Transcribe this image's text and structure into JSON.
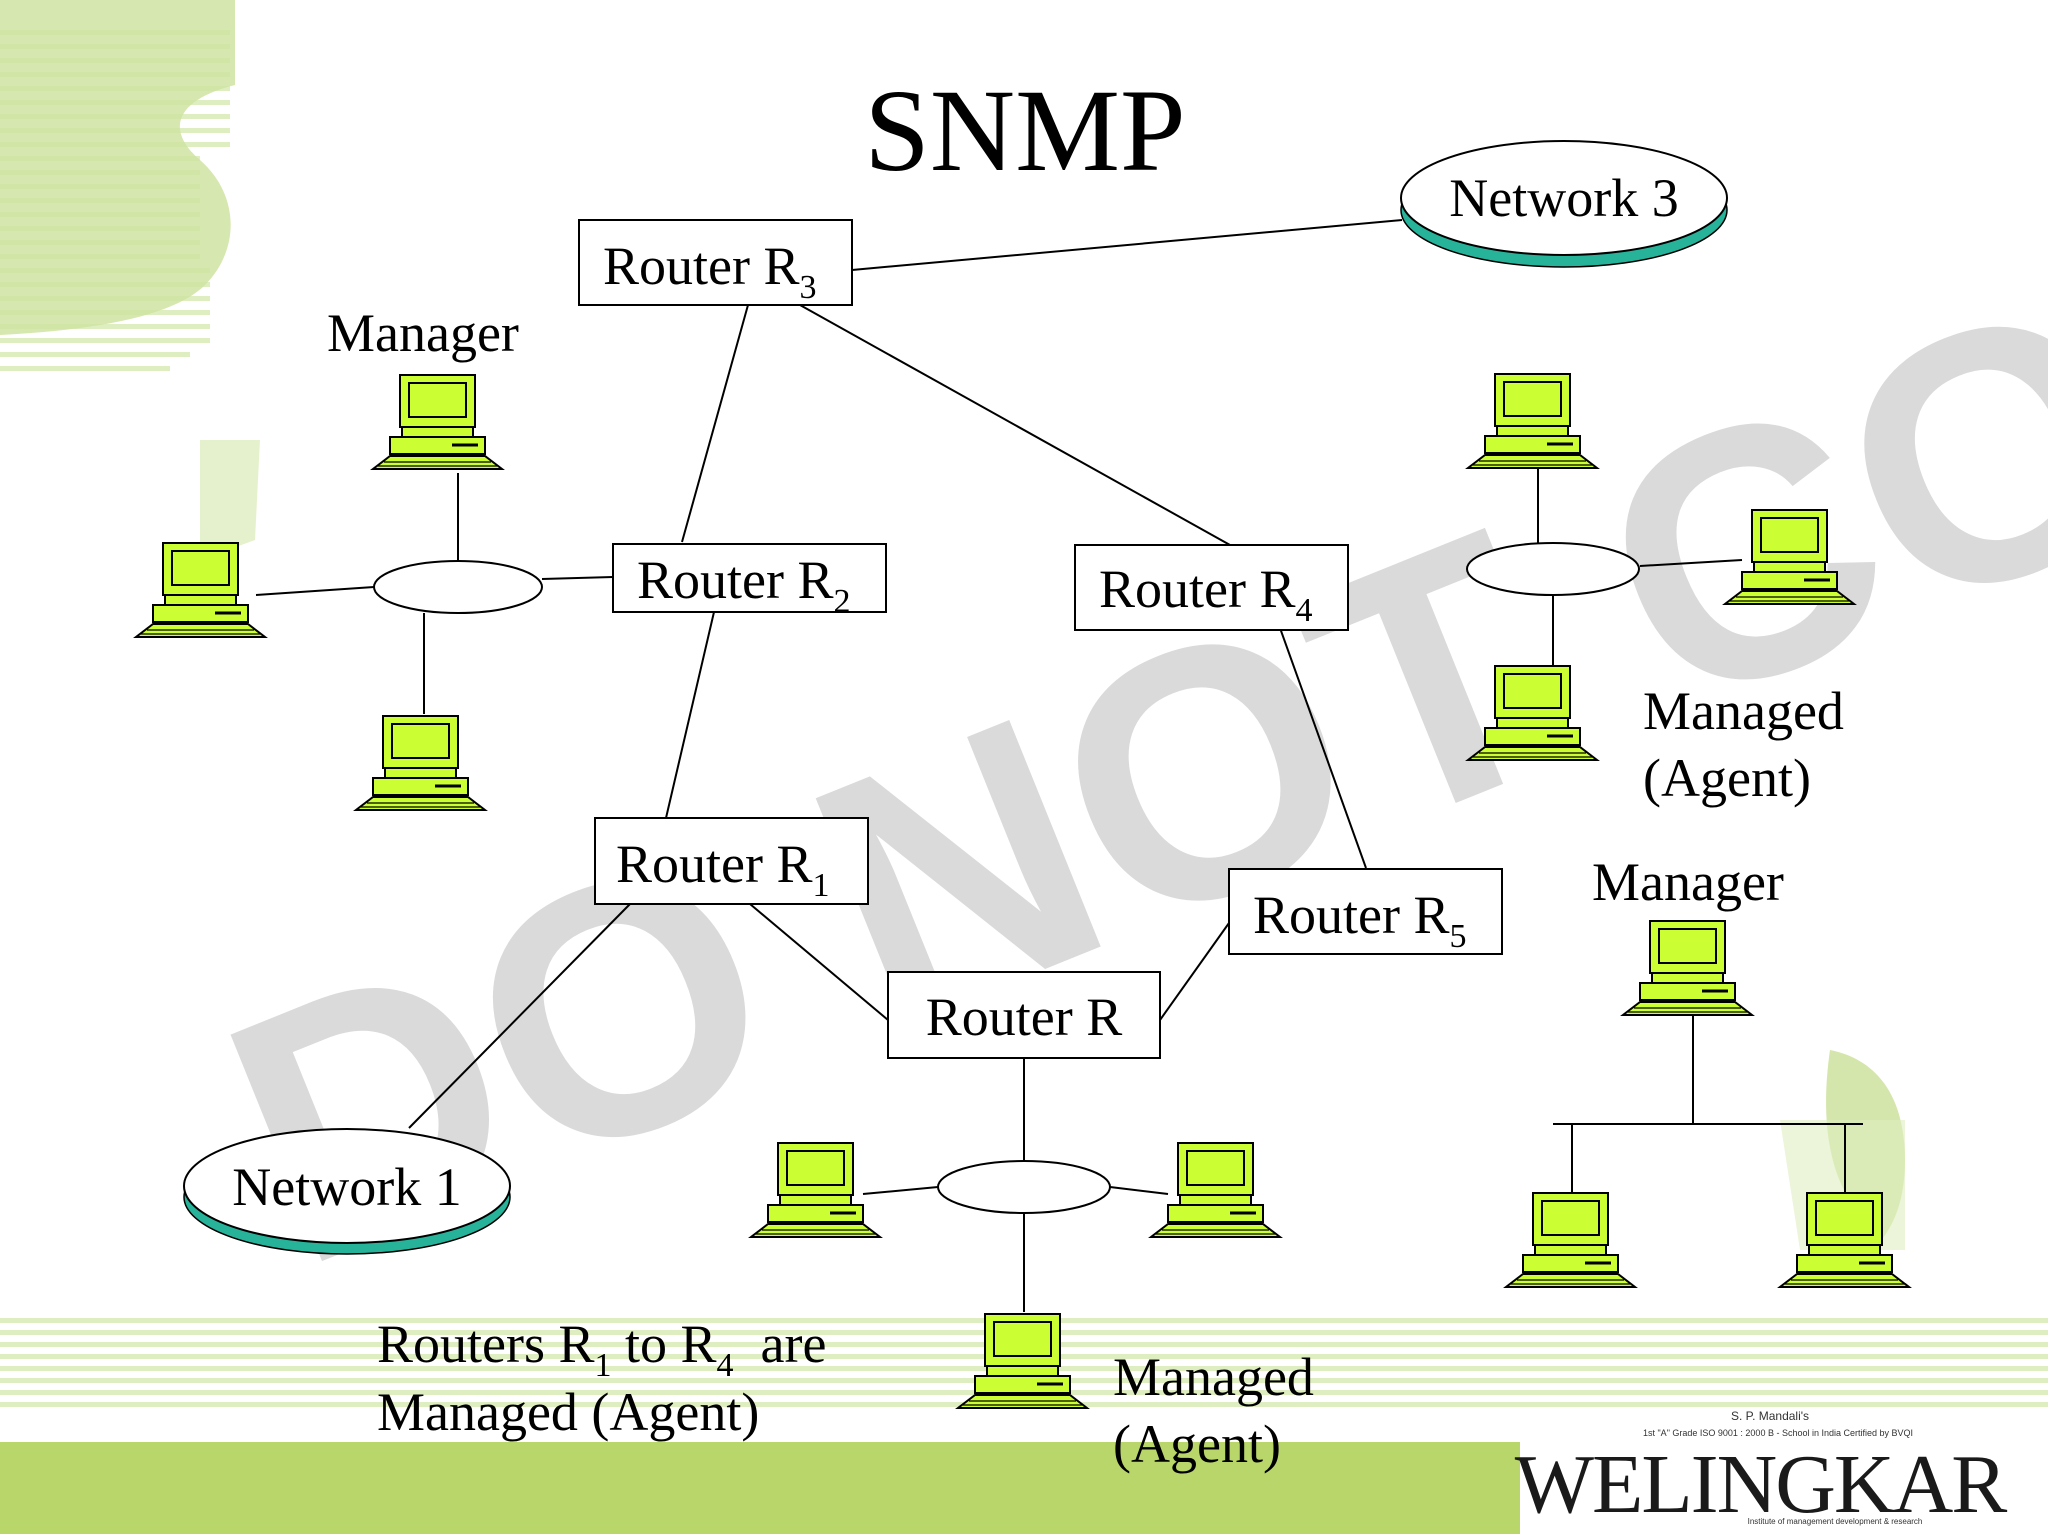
{
  "title": "SNMP",
  "watermark": "DO NOT COPY",
  "colors": {
    "computer_green": "#ccff33",
    "network_teal": "#27b39a",
    "watermark_grey": "#d6d6d6",
    "band_green": "#b8d66a",
    "deco_green": "#cfe3a2"
  },
  "routers": {
    "r3": {
      "main": "Router R",
      "sub": "3"
    },
    "r2": {
      "main": "Router R",
      "sub": "2"
    },
    "r4": {
      "main": "Router R",
      "sub": "4"
    },
    "r1": {
      "main": "Router R",
      "sub": "1"
    },
    "r5": {
      "main": "Router R",
      "sub": "5"
    },
    "r": {
      "main": "Router R"
    }
  },
  "networks": {
    "n1": "Network 1",
    "n3": "Network 3"
  },
  "labels": {
    "manager_top": "Manager",
    "manager_right": "Manager",
    "managed_right_l1": "Managed",
    "managed_right_l2": "(Agent)",
    "managed_bottom_l1": "Managed",
    "managed_bottom_l2": "(Agent)",
    "note_a": "Routers R",
    "note_sub1": "1",
    "note_b": " to R",
    "note_sub4": "4",
    "note_c": "  are",
    "note_l2": "Managed (Agent)"
  },
  "logo": {
    "name": "WELINGKAR",
    "line1": "S. P. Mandali's",
    "line2": "1st \"A\" Grade ISO 9001 : 2000 B - School in India Certified by BVQI",
    "line3": "Institute of management development & research"
  }
}
